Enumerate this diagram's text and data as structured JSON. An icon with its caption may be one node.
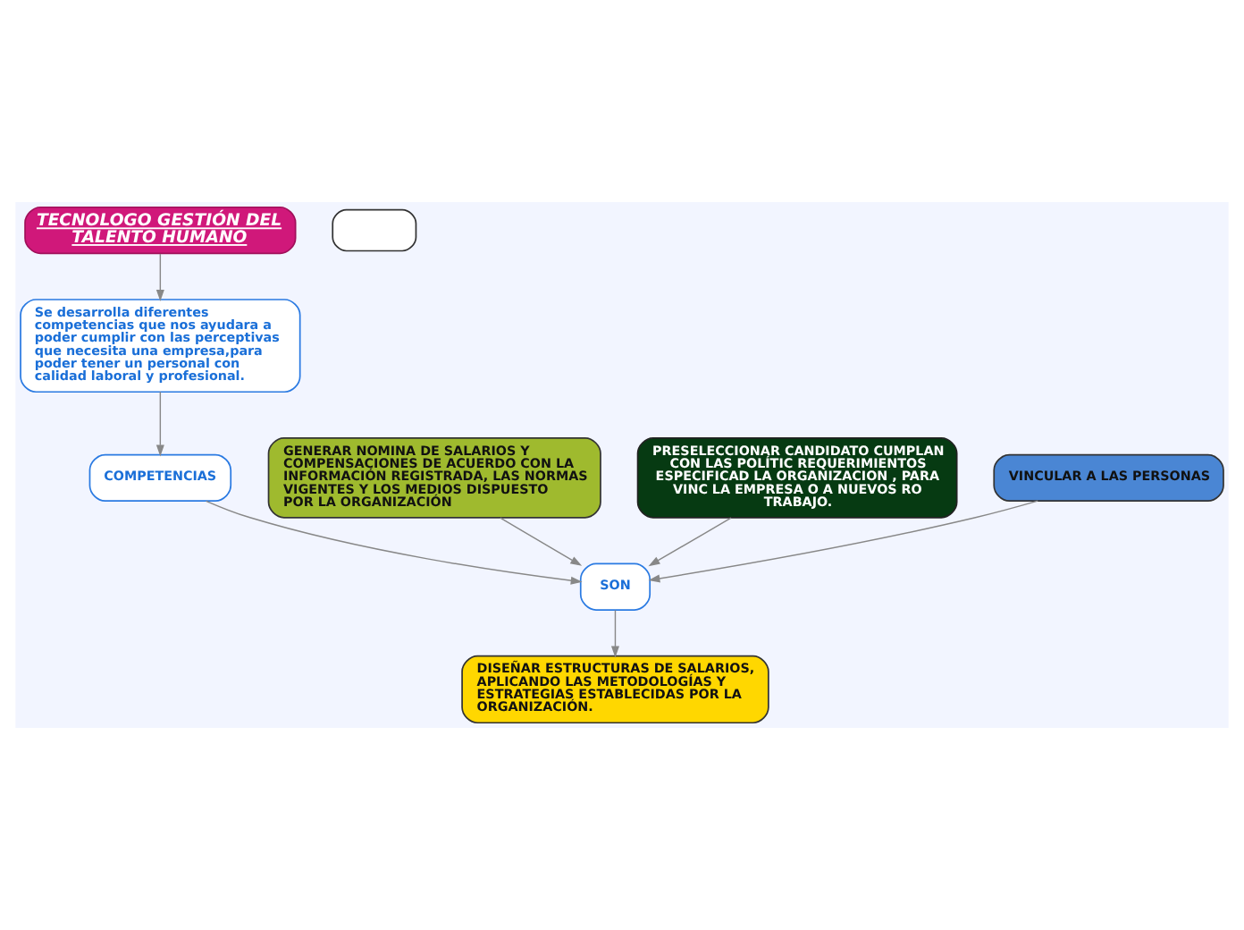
{
  "diagram": {
    "nodes": [
      {
        "text": [
          "TECNOLOGO GESTIÓN DEL TALENTO HUMANO"
        ]
      },
      {
        "text": [
          "Se desarrolla diferentes competencias que nos ayudara a poder cumplir con las perceptivas que necesita una empresa,para poder tener un personal con calidad laboral y profesional."
        ]
      },
      {
        "text": [
          "COMPETENCIAS"
        ]
      },
      {
        "text": [
          "GENERAR NOMINA DE SALARIOS Y COMPENSACIONES DE ACUERDO CON LA INFORMACIÓN REGISTRADA, LAS NORMAS VIGENTES Y LOS MEDIOS DISPUESTO POR LA ORGANIZACIÓN"
        ]
      },
      {
        "text": [
          "PRESELECCIONAR CANDIDATO CUMPLAN CON LAS POLÍTIC REQUERIMIENTOS ESPECIFICAD LA ORGANIZACION , PARA VINC LA EMPRESA O A NUEVOS RO TRABAJO."
        ]
      },
      {
        "text": [],
        "shape": "box"
      },
      {
        "text": [
          "SON"
        ]
      },
      {
        "text": [
          "DISEÑAR ESTRUCTURAS DE SALARIOS, APLICANDO LAS METODOLOGÍAS Y ESTRATEGIAS ESTABLECIDAS POR LA ORGANIZACIÓN."
        ]
      },
      {
        "text": [
          "VINCULAR A LAS PERSONAS"
        ]
      }
    ],
    "edges": [
      {
        "from": 0,
        "to": 1,
        "arrow": "to"
      },
      {
        "from": 1,
        "to": 2,
        "arrow": "to"
      },
      {
        "from": 2,
        "to": 6,
        "arrow": "to"
      },
      {
        "from": 3,
        "to": 6,
        "arrow": "to"
      },
      {
        "from": 4,
        "to": 6,
        "arrow": "to"
      },
      {
        "from": 6,
        "to": 7,
        "arrow": "to"
      },
      {
        "from": 8,
        "to": 6,
        "arrow": "to"
      }
    ]
  }
}
